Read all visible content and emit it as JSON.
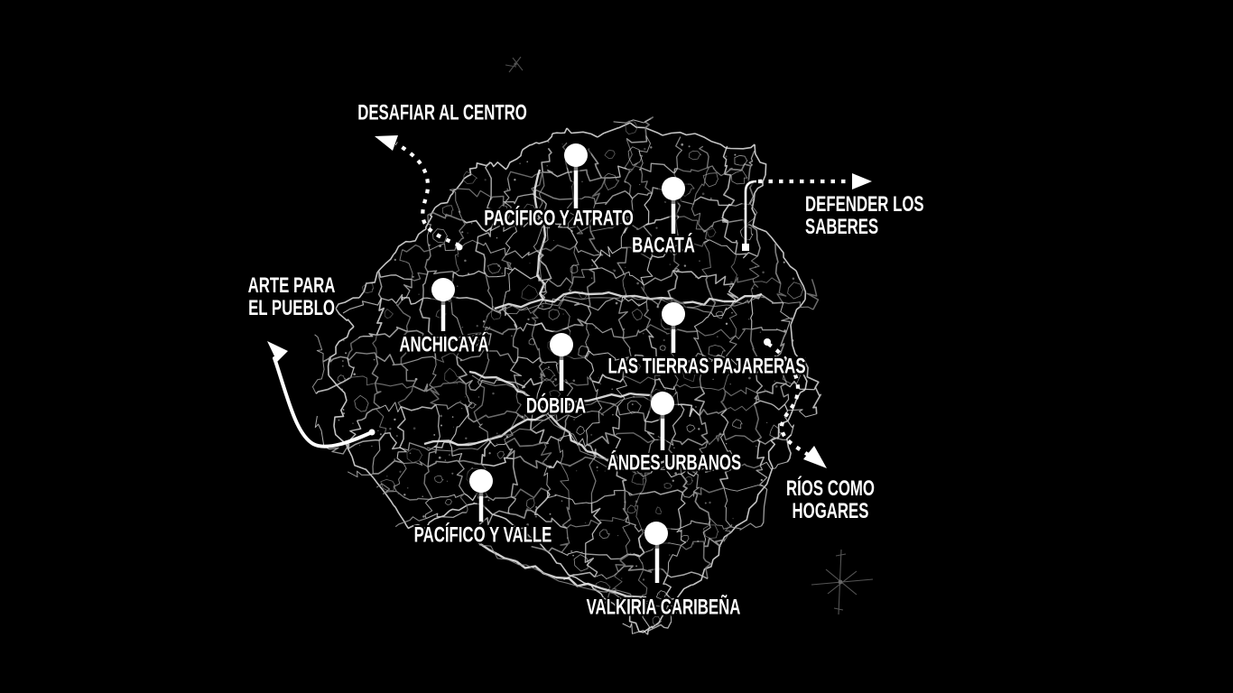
{
  "scene": {
    "background_color": "#000000",
    "map_line_color": "#c8c8c8",
    "marker_color": "#ffffff",
    "label_color": "#ffffff"
  },
  "markers": [
    {
      "label": "PACÍFICO Y ATRATO"
    },
    {
      "label": "BACATÁ"
    },
    {
      "label": "ANCHICAYÁ"
    },
    {
      "label": "DÓBIDA"
    },
    {
      "label": "LAS TIERRAS PAJARERAS"
    },
    {
      "label": "ÁNDES URBANOS"
    },
    {
      "label": "PACÍFICO Y VALLE"
    },
    {
      "label": "VALKIRIA CARIBEÑA"
    }
  ],
  "annotations": [
    {
      "lines": [
        "DESAFIAR AL CENTRO"
      ]
    },
    {
      "lines": [
        "DEFENDER LOS",
        "SABERES"
      ]
    },
    {
      "lines": [
        "ARTE PARA",
        "EL PUEBLO"
      ]
    },
    {
      "lines": [
        "RÍOS COMO",
        "HOGARES"
      ]
    }
  ],
  "icons": {
    "compass_rose": "compass-rose-icon",
    "north_mark": "north-arrow-icon",
    "dashed_arrow": "dashed-arrow-icon",
    "solid_arrow": "solid-arrow-icon"
  }
}
